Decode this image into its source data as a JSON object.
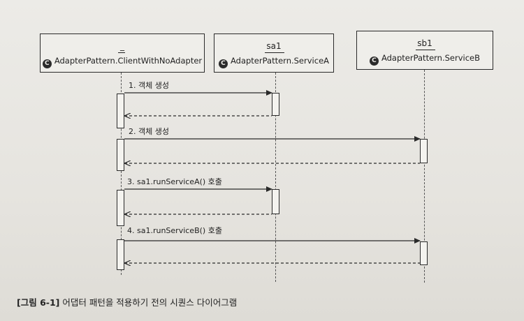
{
  "participants": [
    {
      "instance": "_",
      "type": "AdapterPattern.ClientWithNoAdapter",
      "class_icon": "C"
    },
    {
      "instance": "sa1",
      "type": "AdapterPattern.ServiceA",
      "class_icon": "C"
    },
    {
      "instance": "sb1",
      "type": "AdapterPattern.ServiceB",
      "class_icon": "C"
    }
  ],
  "messages": [
    {
      "label": "1. 객체 생성"
    },
    {
      "label": "2. 객체 생성"
    },
    {
      "label": "3. sa1.runServiceA() 호출"
    },
    {
      "label": "4. sa1.runServiceB() 호출"
    }
  ],
  "caption": {
    "number": "[그림 6-1]",
    "text": "어댑터 패턴을 적용하기 전의 시퀀스 다이어그램"
  },
  "colors": {
    "line": "#2a2a2a",
    "paper": "#e8e6e1"
  }
}
